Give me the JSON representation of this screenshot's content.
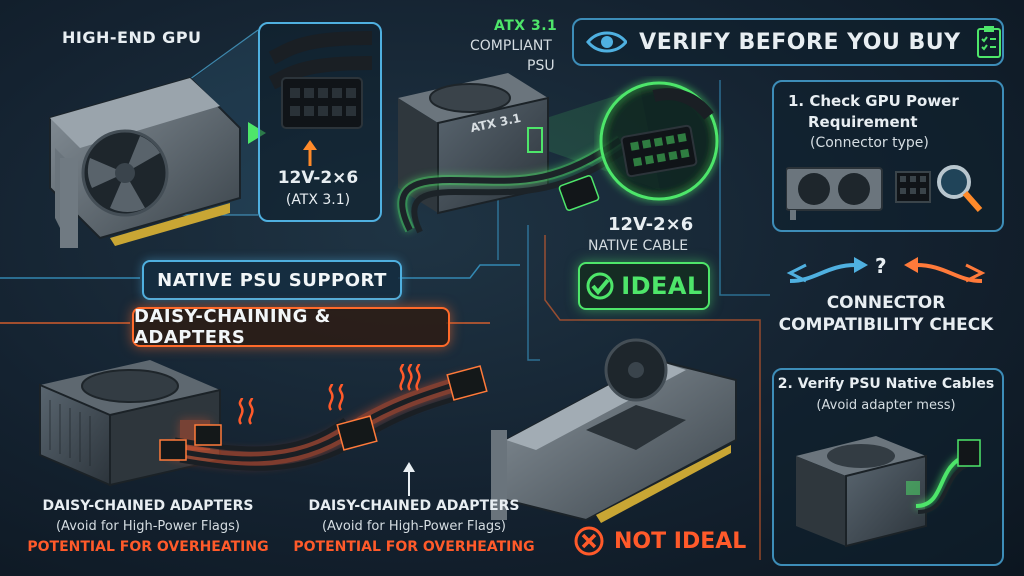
{
  "gpu_label": "HIGH-END GPU",
  "connector_top": {
    "line1": "12V-2×6",
    "line2": "(ATX 3.1)"
  },
  "psu_top": {
    "atx": "ATX 3.1",
    "compliant": "COMPLIANT",
    "psu": "PSU",
    "box_label": "ATX 3.1"
  },
  "native_cable": {
    "line1": "12V-2×6",
    "line2": "NATIVE CABLE"
  },
  "ideal_label": "IDEAL",
  "native_support_label": "NATIVE PSU SUPPORT",
  "daisy_label": "DAISY-CHAINING & ADAPTERS",
  "warning_left": {
    "line1": "DAISY-CHAINED ADAPTERS",
    "line2": "(Avoid for High-Power Flags)",
    "line3": "POTENTIAL FOR OVERHEATING"
  },
  "warning_mid": {
    "line1": "DAISY-CHAINED ADAPTERS",
    "line2": "(Avoid for High-Power Flags)",
    "line3": "POTENTIAL FOR OVERHEATING"
  },
  "not_ideal_label": "NOT IDEAL",
  "verify_title": "VERIFY BEFORE YOU BUY",
  "step1": {
    "title1": "1. Check GPU Power",
    "title2": "Requirement",
    "sub": "(Connector type)"
  },
  "compat": {
    "q": "?",
    "line1": "CONNECTOR",
    "line2": "COMPATIBILITY CHECK"
  },
  "step2": {
    "title": "2. Verify PSU Native Cables",
    "sub": "(Avoid adapter mess)"
  },
  "colors": {
    "accent_blue": "#4fb0e0",
    "ideal_green": "#4ee66a",
    "warn_orange": "#ff5a2a"
  },
  "icons": [
    "eye-icon",
    "checklist-icon",
    "check-circle-icon",
    "x-circle-icon",
    "magnifier-icon",
    "heat-wave-icon",
    "fan-icon"
  ]
}
